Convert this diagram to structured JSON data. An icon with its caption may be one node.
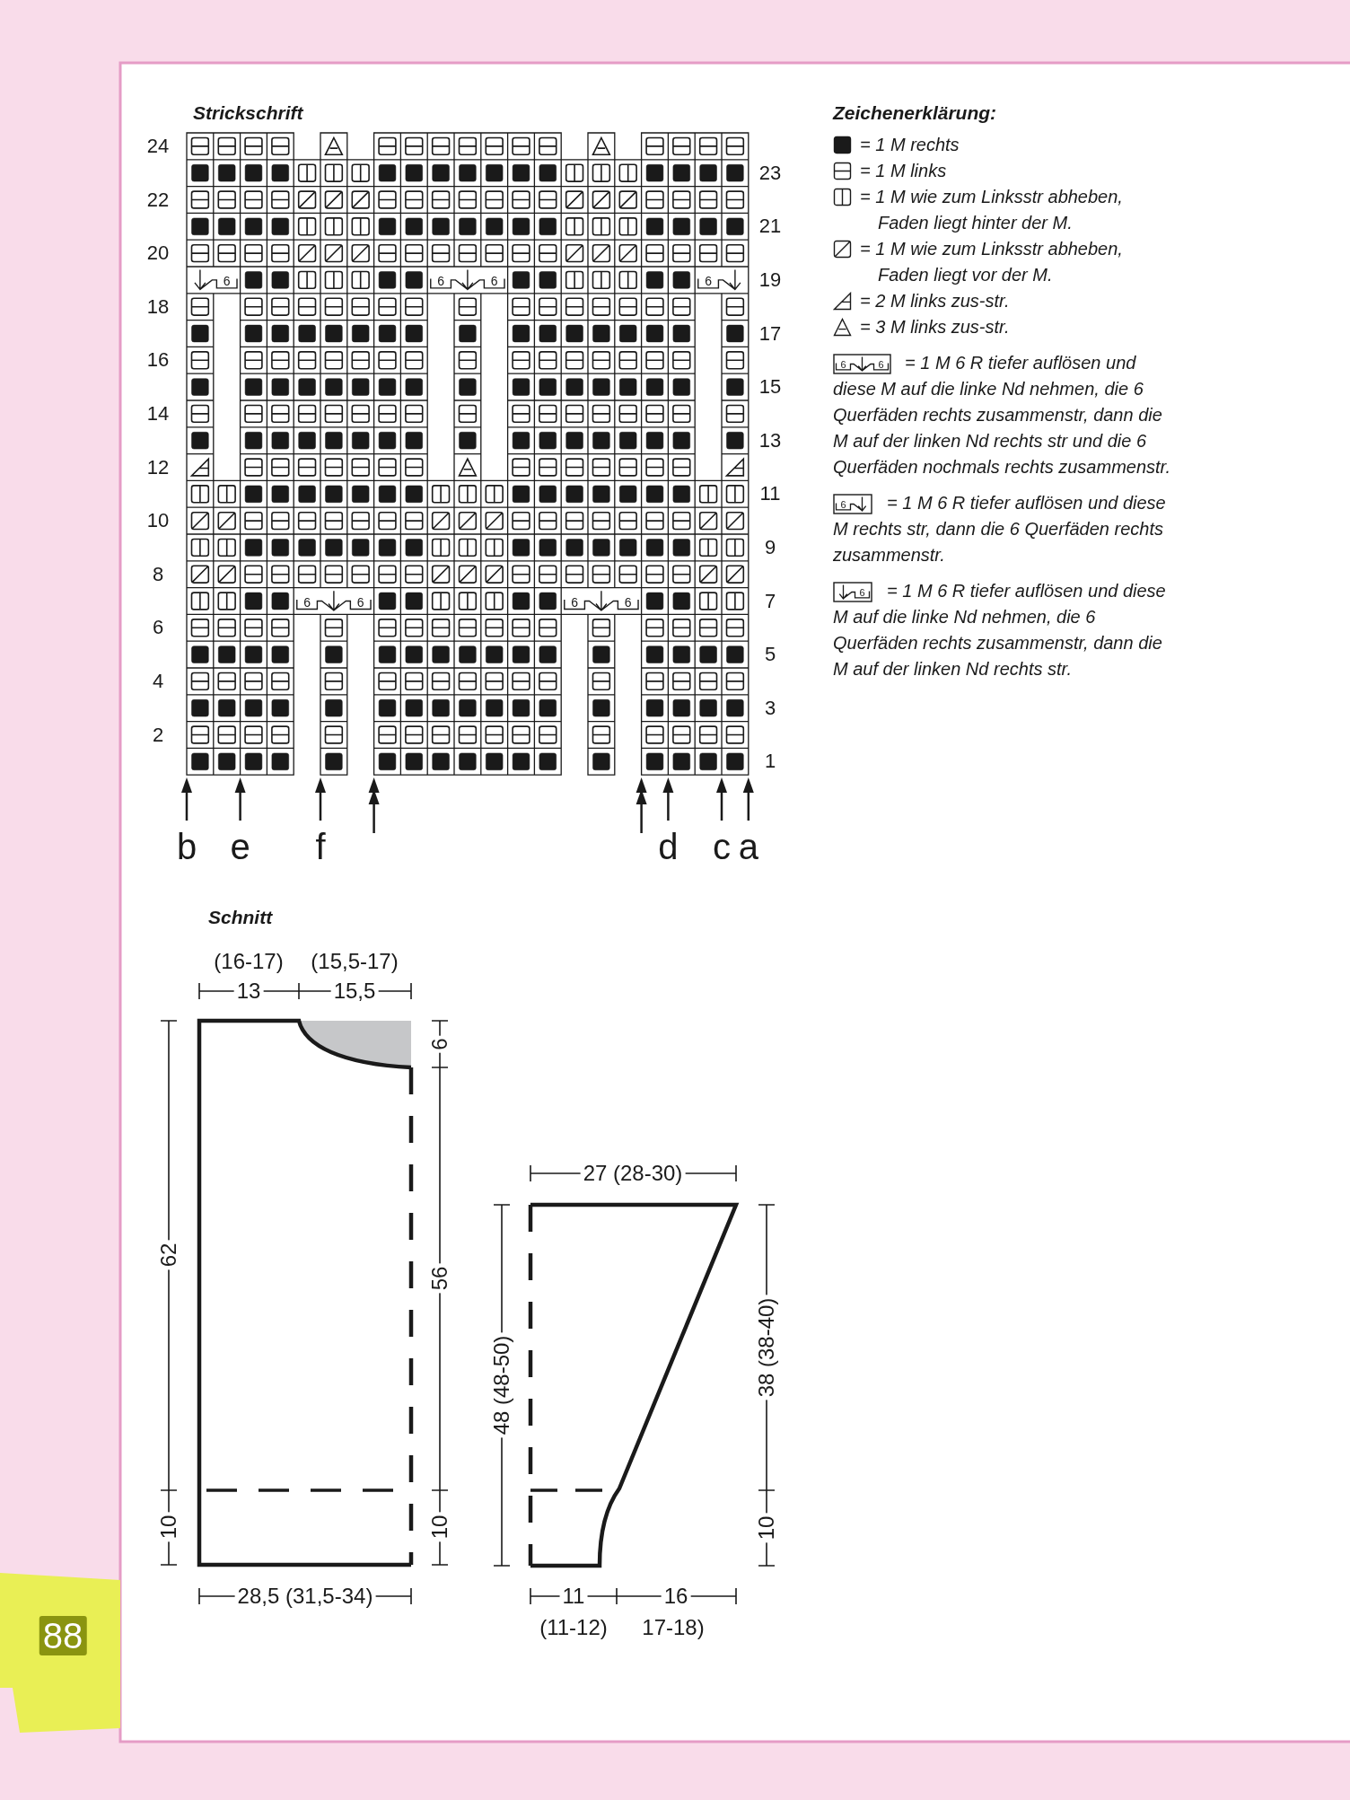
{
  "diagram": {
    "labels": [
      "Strickschrift",
      "24",
      "23",
      "22",
      "21",
      "20",
      "19",
      "18",
      "17",
      "16",
      "15",
      "14",
      "13",
      "12",
      "11",
      "10",
      "9",
      "8",
      "7",
      "6",
      "5",
      "4",
      "3",
      "2",
      "1",
      "6",
      "6",
      "6",
      "6",
      "6",
      "6",
      "6",
      "6",
      "b",
      "e",
      "f",
      "d",
      "c",
      "a",
      "Zeichenerklärung:",
      "6",
      "6",
      "6",
      "6",
      "Schnitt",
      "(16-17)",
      "(15,5-17)",
      "13",
      "15,5",
      "6",
      "62",
      "56",
      "10",
      "10",
      "28,5 (31,5-34)",
      "27 (28-30)",
      "48 (48-50)",
      "38 (38-40)",
      "10",
      "11",
      "16",
      "88",
      "(11-12)",
      "17-18)"
    ],
    "legend": [
      {
        "text": "= 1 M rechts"
      },
      {
        "text": "= 1 M links"
      },
      {
        "text": "= 1 M wie zum Linksstr abheben, Faden liegt hinter der M."
      },
      {
        "text": "= 1 M wie zum Linksstr abheben, Faden liegt vor der M."
      },
      {
        "text": "= 2 M links zus-str."
      },
      {
        "text": "= 3 M links zus-str."
      },
      {
        "text": "= 1 M 6 R tiefer auflösen und diese M auf die linke Nd nehmen, die 6 Querfäden rechts zusammenstr, dann die M auf der linken Nd rechts str und die 6 Querfäden nochmals rechts zusammenstr."
      },
      {
        "text": "= 1 M 6 R tiefer auflösen und diese M rechts str, dann die 6 Querfäden rechts zusammenstr."
      },
      {
        "text": "= 1 M 6 R tiefer auflösen und diese M auf die linke Nd nehmen, die 6 Querfäden rechts zusammenstr, dann die M auf der linken Nd rechts str."
      }
    ]
  }
}
